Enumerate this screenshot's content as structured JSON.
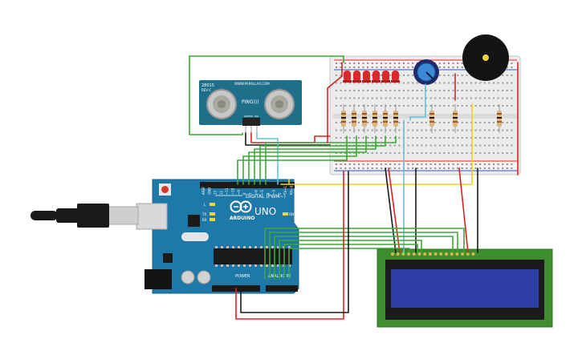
{
  "canvas": {
    "background": "#ffffff"
  },
  "colors": {
    "wire_green": "#3aa935",
    "wire_red": "#e02020",
    "wire_black": "#1a1a1a",
    "wire_yellow": "#f2d21a",
    "wire_cyan": "#5cc6d8",
    "arduino_board": "#1f79a8",
    "sensor_board": "#1f6f8b",
    "lcd_board": "#3d8f2e",
    "lcd_screen": "#2d3da6",
    "breadboard": "#eaeaea",
    "led": "#d82a2a"
  },
  "arduino": {
    "brand": "ARDUINO",
    "model": "UNO",
    "digital_label": "DIGITAL (PWM~)",
    "power_label": "POWER",
    "analog_label": "ANALOG IN",
    "pin_labels": [
      "AREF",
      "GND",
      "13",
      "12",
      "~11",
      "~10",
      "~9",
      "8",
      "7",
      "~6",
      "~5",
      "4",
      "~3",
      "2",
      "TX→1",
      "RX←0"
    ],
    "led_labels": [
      "L",
      "TX",
      "RX"
    ],
    "on_label": "ON"
  },
  "sensor": {
    "name": "PING)))",
    "site": "WWW.PARALLAX.COM",
    "part": "28015",
    "rev": "REV C",
    "pins": [
      "GND",
      "5V",
      "SIG"
    ]
  },
  "breadboard": {
    "led_count": 6,
    "resistor_count": 9
  },
  "components": {
    "potentiometer": "potentiometer",
    "buzzer": "piezo-buzzer",
    "usb": "usb-cable",
    "lcd": "lcd-16x2"
  }
}
